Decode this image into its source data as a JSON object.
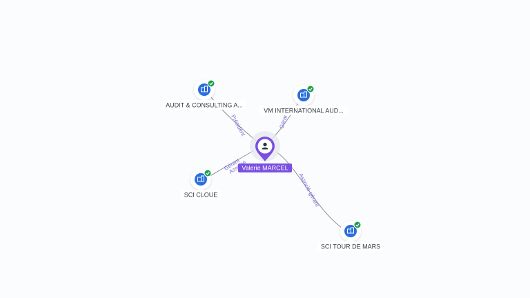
{
  "person": {
    "name": "Valerie MARCEL",
    "icon": "person-icon",
    "color": "#7b4fe0"
  },
  "companies": [
    {
      "id": "audit",
      "label": "AUDIT & CONSULTING A...",
      "icon": "building-icon",
      "status": "verified"
    },
    {
      "id": "vm",
      "label": "VM INTERNATIONAL AUD...",
      "icon": "building-icon",
      "status": "verified"
    },
    {
      "id": "cloue",
      "label": "SCI CLOUE",
      "icon": "building-icon",
      "status": "verified"
    },
    {
      "id": "tour",
      "label": "SCI TOUR DE MARS",
      "icon": "building-icon",
      "status": "verified"
    }
  ],
  "relations": [
    {
      "to": "audit",
      "lines": [
        "Président"
      ]
    },
    {
      "to": "vm",
      "lines": [
        "Gérant"
      ]
    },
    {
      "to": "cloue",
      "lines": [
        "Gérant",
        "Associé"
      ]
    },
    {
      "to": "tour",
      "lines": [
        "Associé-gérant"
      ]
    }
  ],
  "colors": {
    "company": "#2a6fdb",
    "check": "#1f9d4c",
    "edge": "#8a8f98",
    "relation_text": "#7a6fd6"
  }
}
